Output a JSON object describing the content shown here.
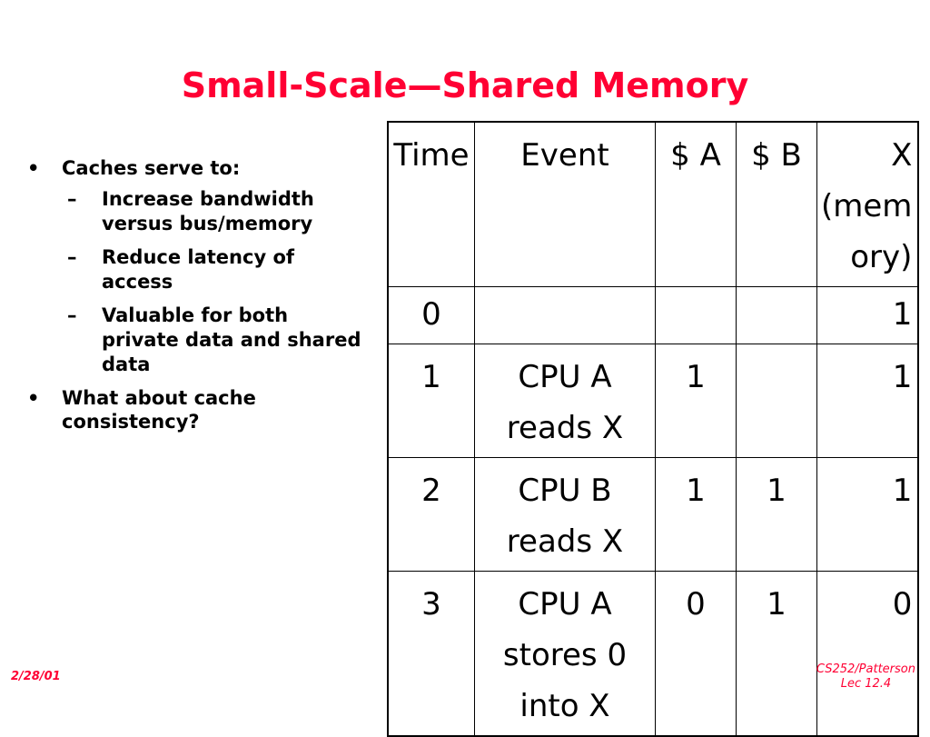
{
  "slide": {
    "title": "Small-Scale—Shared Memory",
    "bullets": [
      {
        "text": "Caches serve to:",
        "sub": [
          "Increase bandwidth versus bus/memory",
          "Reduce latency of access",
          "Valuable for both private data and shared data"
        ]
      },
      {
        "text": "What about cache consistency?"
      }
    ],
    "footer_left": "2/28/01",
    "footer_right_line1": "CS252/Patterson",
    "footer_right_line2": "Lec 12.4"
  },
  "table": {
    "headers": [
      "Time",
      "Event",
      "$ A",
      "$ B",
      "X (mem ory)"
    ],
    "rows": [
      {
        "time": "0",
        "event": "",
        "a": "",
        "b": "",
        "x": "1"
      },
      {
        "time": "1",
        "event": "CPU A reads X",
        "a": "1",
        "b": "",
        "x": "1"
      },
      {
        "time": "2",
        "event": "CPU B reads X",
        "a": "1",
        "b": "1",
        "x": "1"
      },
      {
        "time": "3",
        "event": "CPU A stores 0 into X",
        "a": "0",
        "b": "1",
        "x": "0"
      }
    ]
  },
  "colors": {
    "title": "#ff0033",
    "footer": "#ff0033",
    "text": "#000000"
  }
}
